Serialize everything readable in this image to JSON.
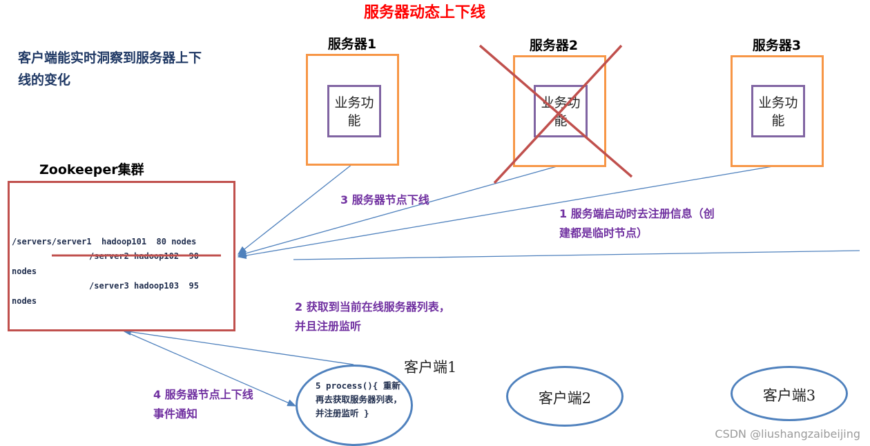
{
  "title": "服务器动态上下线",
  "description": "客户端能实时洞察到服务器上下线的变化",
  "servers": [
    {
      "label": "服务器1",
      "function": "业务功能",
      "offline": false
    },
    {
      "label": "服务器2",
      "function": "业务功能",
      "offline": true
    },
    {
      "label": "服务器3",
      "function": "业务功能",
      "offline": false
    }
  ],
  "zookeeper": {
    "label": "Zookeeper集群",
    "entries": [
      "/servers/server1  hadoop101  80 nodes",
      "/server2 hadoop102  90",
      "nodes",
      "/server3 hadoop103  95",
      "nodes"
    ]
  },
  "notes": {
    "step1": "1  服务端启动时去注册信息（创建都是临时节点）",
    "step2": "2  获取到当前在线服务器列表，并且注册监听",
    "step3": "3  服务器节点下线",
    "step4": "4  服务器节点上下线事件通知",
    "step5": "5 process(){ 重新再去获取服务器列表，并注册监听 }"
  },
  "clients": [
    {
      "label": "客户端1"
    },
    {
      "label": "客户端2"
    },
    {
      "label": "客户端3"
    }
  ],
  "watermark": "CSDN @liushangzaibeijing",
  "colors": {
    "title": "#ff0000",
    "server_box": "#f79646",
    "function_box": "#8064a2",
    "zookeeper_box": "#c0504d",
    "arrows": "#4f81bd",
    "notes": "#7030a0",
    "cross": "#c0504d"
  }
}
